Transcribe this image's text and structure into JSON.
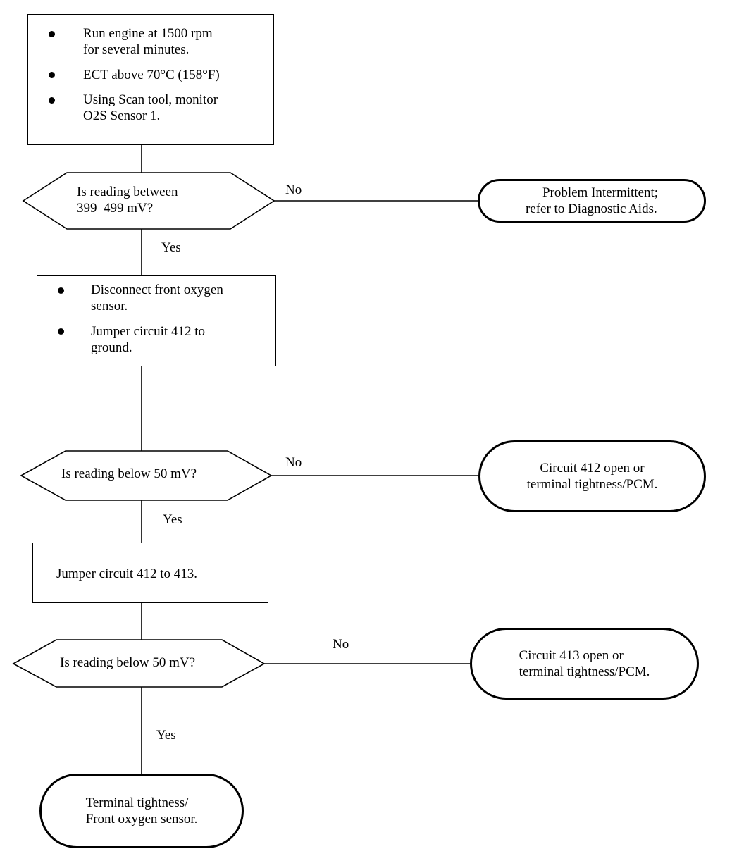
{
  "step1": {
    "bullets": [
      [
        "Run engine at 1500 rpm",
        "for several minutes."
      ],
      [
        "ECT above 70°C (158°F)"
      ],
      [
        "Using  Scan tool, monitor",
        "O2S Sensor 1."
      ]
    ]
  },
  "decision1": {
    "lines": [
      "Is reading between",
      "399–499  mV?"
    ],
    "no_label": "No",
    "yes_label": "Yes"
  },
  "result1": {
    "lines": [
      "Problem Intermittent;",
      "refer to Diagnostic Aids."
    ]
  },
  "step2": {
    "bullets": [
      [
        "Disconnect front oxygen",
        "sensor."
      ],
      [
        "Jumper circuit 412 to",
        "ground."
      ]
    ]
  },
  "decision2": {
    "lines": [
      "Is reading below 50 mV?"
    ],
    "no_label": "No",
    "yes_label": "Yes"
  },
  "result2": {
    "lines": [
      "Circuit 412 open or",
      "terminal tightness/PCM."
    ]
  },
  "step3": {
    "text": "Jumper circuit 412 to 413."
  },
  "decision3": {
    "lines": [
      "Is reading below 50 mV?"
    ],
    "no_label": "No",
    "yes_label": "Yes"
  },
  "result3": {
    "lines": [
      "Circuit 413 open or",
      "terminal tightness/PCM."
    ]
  },
  "result4": {
    "lines": [
      "Terminal tightness/",
      "Front oxygen sensor."
    ]
  }
}
